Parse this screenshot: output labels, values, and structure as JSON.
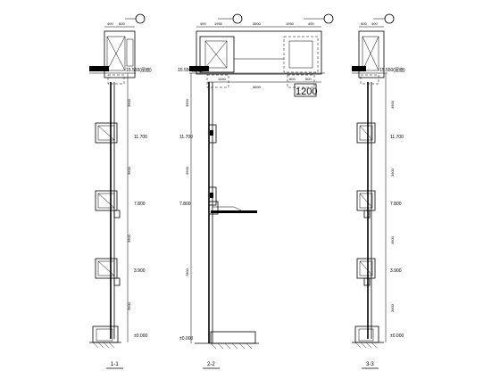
{
  "sections": [
    {
      "id": "s1",
      "title": "1-1",
      "levels": [
        "15.550(屋面)",
        "11.700",
        "7.800",
        "3.900",
        "±0.000"
      ],
      "floor_dims": [
        "3900",
        "3900",
        "3900",
        "3900"
      ],
      "top_dims": [
        "400",
        "600"
      ]
    },
    {
      "id": "s2",
      "title": "2-2",
      "levels": [
        "15.550(屋面)",
        "11.700",
        "7.800",
        "±0.000"
      ],
      "floor_dims": [
        "3900",
        "3900",
        "7800"
      ],
      "top_dims": [
        "400",
        "1950",
        "3600",
        "1950",
        "400"
      ],
      "plan_dims": [
        "1440",
        "3600",
        "600",
        "500"
      ],
      "big_label": "1200"
    },
    {
      "id": "s3",
      "title": "3-3",
      "levels": [
        "15.550(屋面)",
        "11.700",
        "7.800",
        "3.900",
        "±0.000"
      ],
      "floor_dims": [
        "3900",
        "3900",
        "3900",
        "3900"
      ],
      "top_dims": [
        "400",
        "400"
      ]
    }
  ]
}
